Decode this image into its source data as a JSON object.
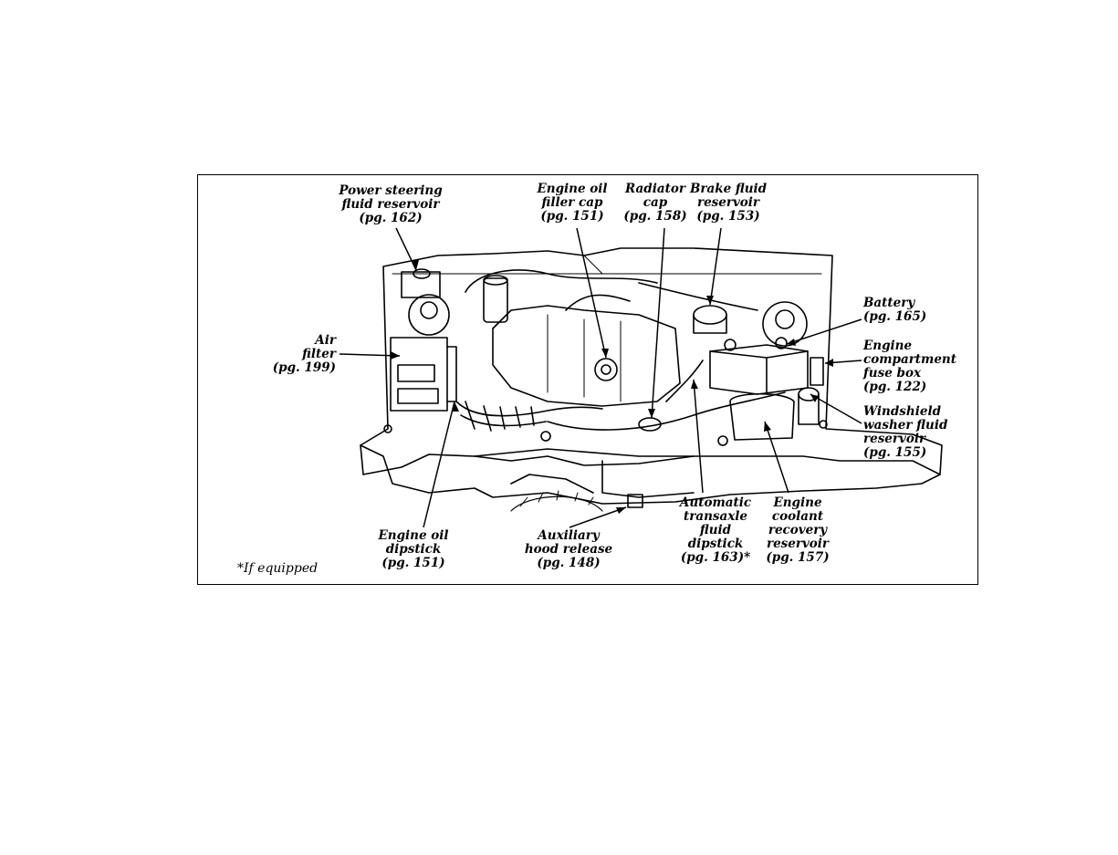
{
  "diagram": {
    "labels": {
      "power_steering": [
        "Power steering",
        "fluid reservoir",
        "(pg. 162)"
      ],
      "engine_oil_filler_cap": [
        "Engine oil",
        "filler cap",
        "(pg. 151)"
      ],
      "radiator_cap": [
        "Radiator",
        "cap",
        "(pg. 158)"
      ],
      "brake_fluid": [
        "Brake fluid",
        "reservoir",
        "(pg. 153)"
      ],
      "battery": [
        "Battery",
        "(pg. 165)"
      ],
      "fuse_box": [
        "Engine",
        "compartment",
        "fuse box",
        "(pg. 122)"
      ],
      "washer_fluid": [
        "Windshield",
        "washer fluid",
        "reservoir",
        "(pg. 155)"
      ],
      "air_filter": [
        "Air",
        "filter",
        "(pg. 199)"
      ],
      "engine_oil_dipstick": [
        "Engine oil",
        "dipstick",
        "(pg. 151)"
      ],
      "hood_release": [
        "Auxiliary",
        "hood release",
        "(pg. 148)"
      ],
      "transaxle_dipstick": [
        "Automatic",
        "transaxle",
        "fluid",
        "dipstick",
        "(pg. 163)*"
      ],
      "coolant_reservoir": [
        "Engine",
        "coolant",
        "recovery",
        "reservoir",
        "(pg. 157)"
      ]
    },
    "footnote": "*If equipped"
  }
}
